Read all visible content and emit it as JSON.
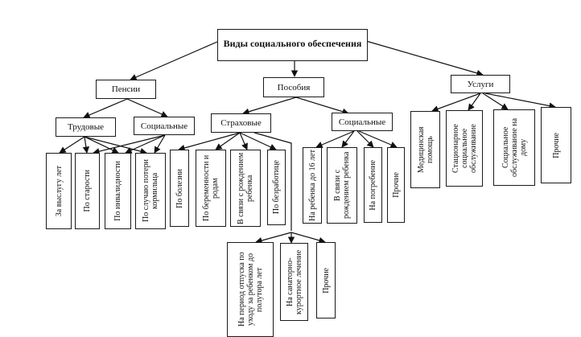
{
  "title": "Виды социального обеспечения",
  "categories": {
    "pensions": {
      "label": "Пенсии",
      "groups": {
        "labor": {
          "label": "Трудовые"
        },
        "social": {
          "label": "Социальные"
        }
      },
      "items": [
        "За выслугу лет",
        "По старости",
        "По инвалидности",
        "По случаю потери кормильца"
      ]
    },
    "benefits": {
      "label": "Пособия",
      "groups": {
        "insurance": {
          "label": "Страховые",
          "items": [
            "По болезни",
            "По беременности и родам",
            "В связи с рождением ребенка",
            "По безработице"
          ],
          "sub_items": [
            "На период отпуска по уходу за ребенком до полутора лет",
            "На санаторно-курортное лечение",
            "Прочие"
          ]
        },
        "social": {
          "label": "Социальные",
          "items": [
            "На ребенка до 16 лет",
            "В связи с рождением ребенка",
            "На погребение",
            "Прочие"
          ]
        }
      }
    },
    "services": {
      "label": "Услуги",
      "items": [
        "Медицинская помощь",
        "Стационарное социальное обслуживание",
        "Социальное обслуживание на дому",
        "Прочие"
      ]
    }
  }
}
